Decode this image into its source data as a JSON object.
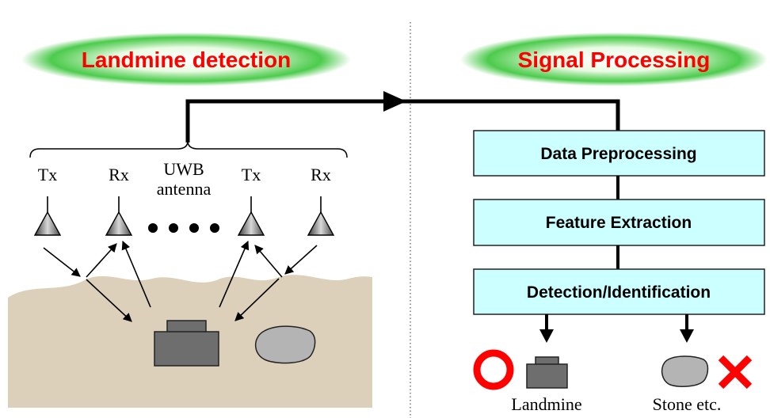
{
  "header": {
    "left_title": "Landmine detection",
    "right_title": "Signal Processing"
  },
  "antenna_array": {
    "labels": [
      "Tx",
      "Rx",
      "Tx",
      "Rx"
    ],
    "uwb_label_line1": "UWB",
    "uwb_label_line2": "antenna"
  },
  "processing": {
    "steps": [
      "Data Preprocessing",
      "Feature Extraction",
      "Detection/Identification"
    ]
  },
  "outcomes": {
    "accepted_label": "Landmine",
    "rejected_label": "Stone etc."
  },
  "icons": {
    "accepted": "red-ring-icon",
    "rejected": "red-cross-icon",
    "antenna": "triangle-antenna-icon"
  },
  "colors": {
    "title_text": "#FF0000",
    "ellipse_green": "#2DC22D",
    "box_fill": "#CCFFFF",
    "ground": "#DCD0BA",
    "object_gray": "#6E6E6E",
    "stone_gray": "#B4B4B4",
    "marker_red": "#FF0000"
  }
}
